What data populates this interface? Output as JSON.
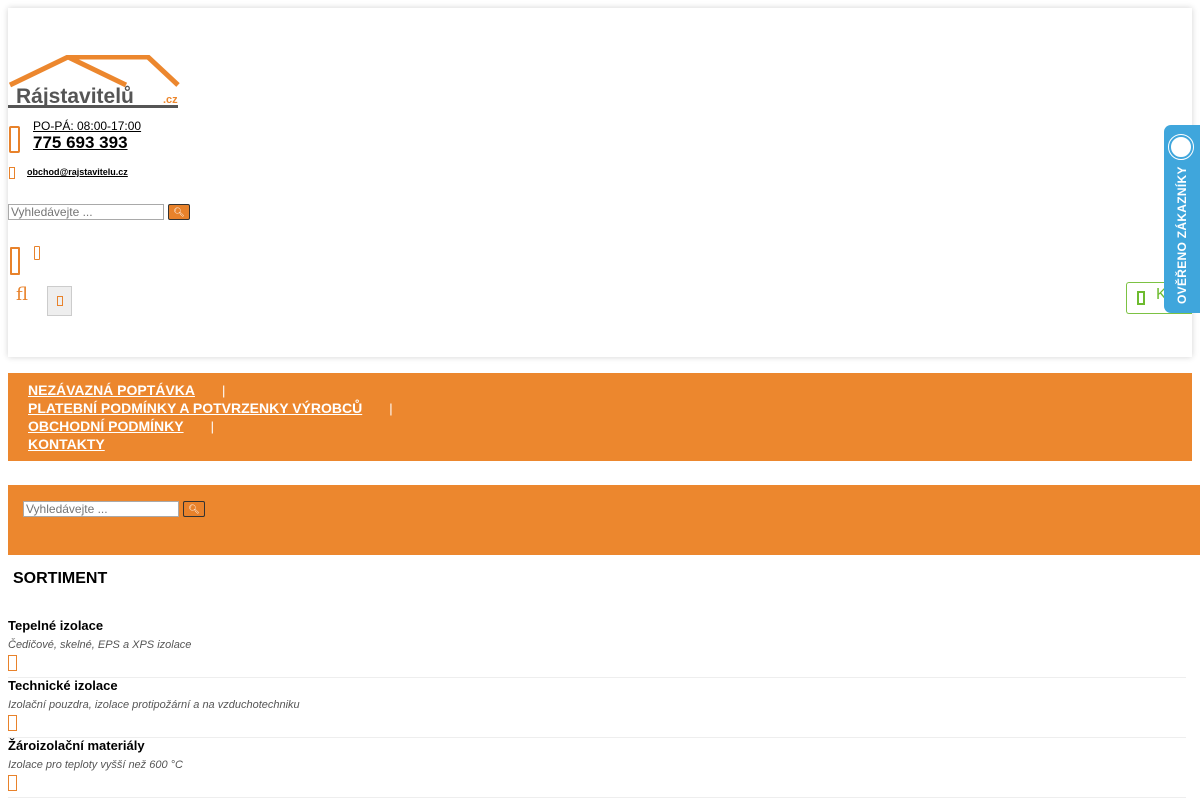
{
  "header": {
    "logo_text": "Rájstavitelů.cz",
    "hours": "PO-PÁ: 08:00-17:00",
    "phone": "775 693 393",
    "email": "obchod@rajstavitelu.cz",
    "search_placeholder": "Vyhledávejte ...",
    "search_button_icon": "search-icon",
    "basket_label": "K"
  },
  "verified_badge": {
    "text": "OVĚŘENO ZÁKAZNÍKY"
  },
  "nav": {
    "items": [
      {
        "label": "NEZÁVAZNÁ POPTÁVKA"
      },
      {
        "label": "PLATEBNÍ PODMÍNKY A POTVRZENKY VÝROBCŮ"
      },
      {
        "label": "OBCHODNÍ PODMÍNKY"
      },
      {
        "label": "KONTAKTY"
      }
    ],
    "separator": "|"
  },
  "secondary_search": {
    "placeholder": "Vyhledávejte ..."
  },
  "sortiment": {
    "title": "SORTIMENT",
    "categories": [
      {
        "title": "Tepelné izolace",
        "desc": "Čedičové, skelné, EPS a XPS izolace"
      },
      {
        "title": "Technické izolace",
        "desc": "Izolační pouzdra, izolace protipožární a na vzduchotechniku"
      },
      {
        "title": "Žároizolační materiály",
        "desc": "Izolace pro teploty vyšší než 600 °C"
      }
    ]
  },
  "colors": {
    "accent": "#ec872e",
    "badge_blue": "#3fa6dc",
    "basket_green": "#6dbb2f"
  }
}
